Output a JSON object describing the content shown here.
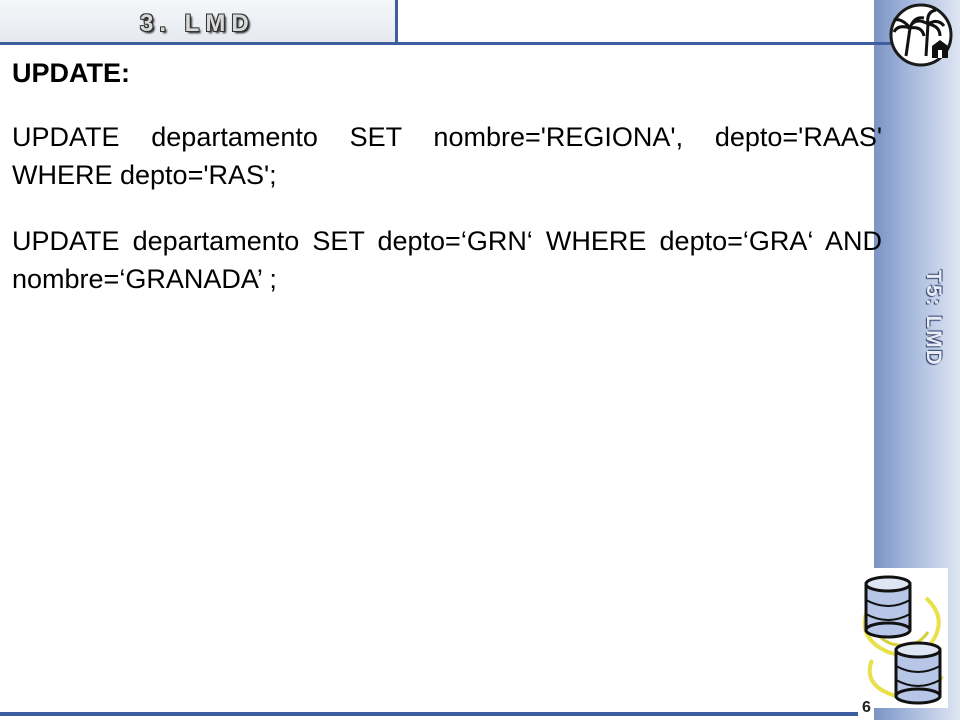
{
  "header": {
    "title": "3. LMD"
  },
  "sidebar": {
    "vertical_title": "T5: LMD",
    "logo_icon": "palm-trees-house-logo",
    "graphic_icon": "database-cylinders-icon"
  },
  "content": {
    "heading": "UPDATE:",
    "statements": [
      "UPDATE departamento SET nombre='REGIONA', depto='RAAS' WHERE depto='RAS';",
      "UPDATE departamento SET depto=‘GRN‘ WHERE depto=‘GRA‘ AND nombre=‘GRANADA’ ;"
    ]
  },
  "footer": {
    "page_number": "6"
  },
  "colors": {
    "accent_blue": "#3d5fa0",
    "sidebar_light": "#dfe6f3",
    "sidebar_dark": "#7b93c3",
    "db_yellow": "#e9e14a",
    "db_blue": "#aabbdd"
  }
}
